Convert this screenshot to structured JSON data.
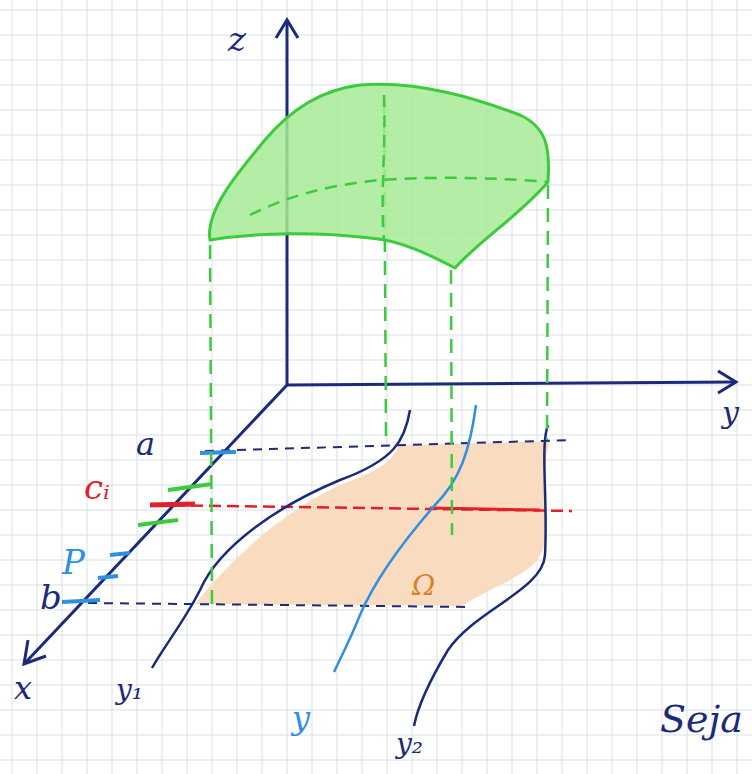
{
  "diagram": {
    "labels": [
      "z",
      "y",
      "a",
      "cᵢ",
      "P",
      "b",
      "x",
      "y₁",
      "y",
      "y₂",
      "Ω",
      "Seja"
    ]
  }
}
